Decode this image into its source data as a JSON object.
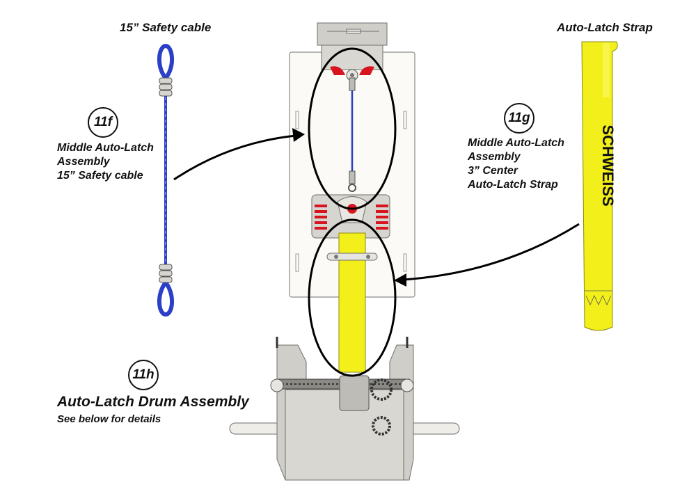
{
  "left": {
    "title": "15” Safety cable",
    "badge": "11f",
    "desc_lines": [
      "Middle Auto-Latch",
      "Assembly",
      "15” Safety cable"
    ]
  },
  "right": {
    "title": "Auto-Latch Strap",
    "badge": "11g",
    "desc_lines": [
      "Middle Auto-Latch",
      "Assembly",
      "3” Center",
      "Auto-Latch Strap"
    ],
    "strap_text": "SCHWEISS"
  },
  "bottom": {
    "badge": "11h",
    "title": "Auto-Latch Drum Assembly",
    "subtitle": "See below for details"
  },
  "colors": {
    "cable": "#2b3fc9",
    "strap": "#f2ef1b",
    "spring": "#d8141f",
    "metal": "#c9c8c3"
  }
}
